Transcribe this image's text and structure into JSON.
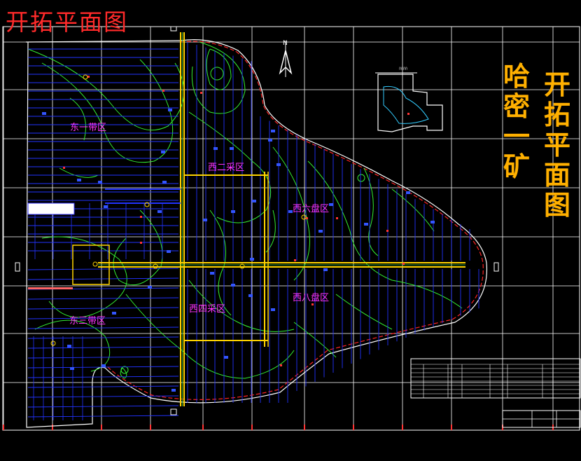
{
  "drawing": {
    "title": "开拓平面图",
    "side_title_mine": "哈密一矿",
    "side_title_plan": "开拓平面图"
  },
  "zones": [
    {
      "label": "东一带区"
    },
    {
      "label": "西二采区"
    },
    {
      "label": "西六盘区"
    },
    {
      "label": "东三带区"
    },
    {
      "label": "西四采区"
    },
    {
      "label": "西八盘区"
    }
  ],
  "colors": {
    "background": "#000000",
    "grid": "#ffffff",
    "contour": "#33ee33",
    "roadway": "#2233ff",
    "main_roadway": "#ffd400",
    "boundary": "#ff2222",
    "title": "#ff2a2a",
    "side_title": "#ffb000",
    "zone_label": "#ff33ff"
  },
  "icons": {
    "north_arrow": "north-arrow-icon"
  }
}
